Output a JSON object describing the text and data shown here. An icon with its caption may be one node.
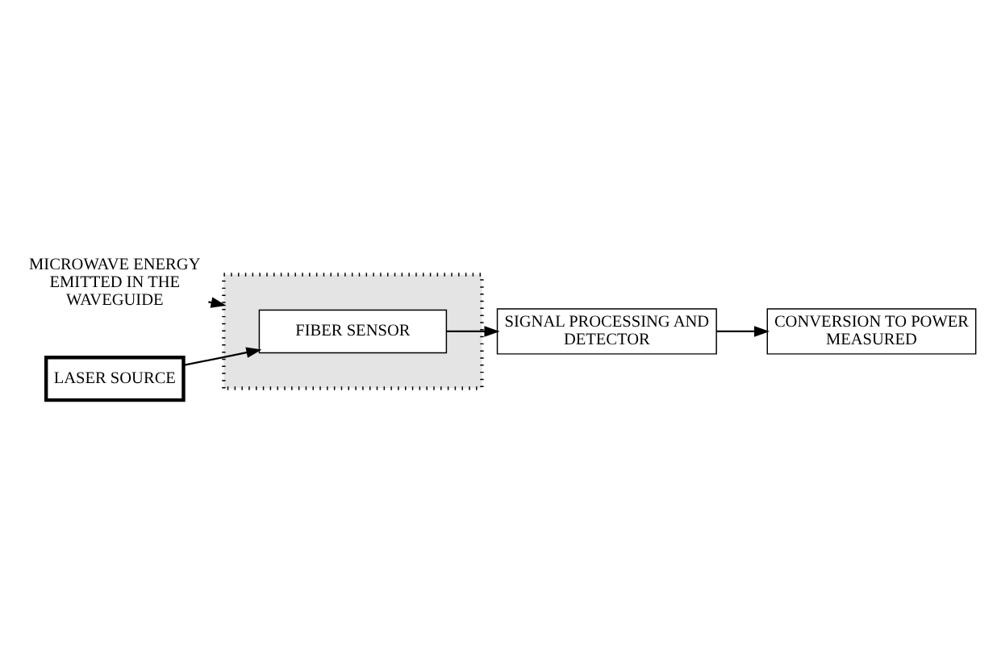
{
  "diagram": {
    "nodes": [
      {
        "text": [
          "MICROWAVE ENERGY EMITTED IN THE WAVEGUIDE"
        ]
      },
      {
        "text": [],
        "shape": "box"
      },
      {
        "text": [
          "FIBER SENSOR"
        ],
        "in": 1
      },
      {
        "text": [
          "SIGNAL PROCESSING AND DETECTOR"
        ]
      },
      {
        "text": [
          "CONVERSION TO POWER MEASURED"
        ]
      },
      {
        "text": [
          "LASER SOURCE"
        ]
      }
    ],
    "edges": [
      {
        "from": 0,
        "to": 1,
        "arrow": "to"
      },
      {
        "from": 2,
        "to": 3,
        "arrow": "to"
      },
      {
        "from": 5,
        "to": 2,
        "arrow": "to"
      },
      {
        "from": 3,
        "to": 4,
        "arrow": "to"
      }
    ]
  }
}
